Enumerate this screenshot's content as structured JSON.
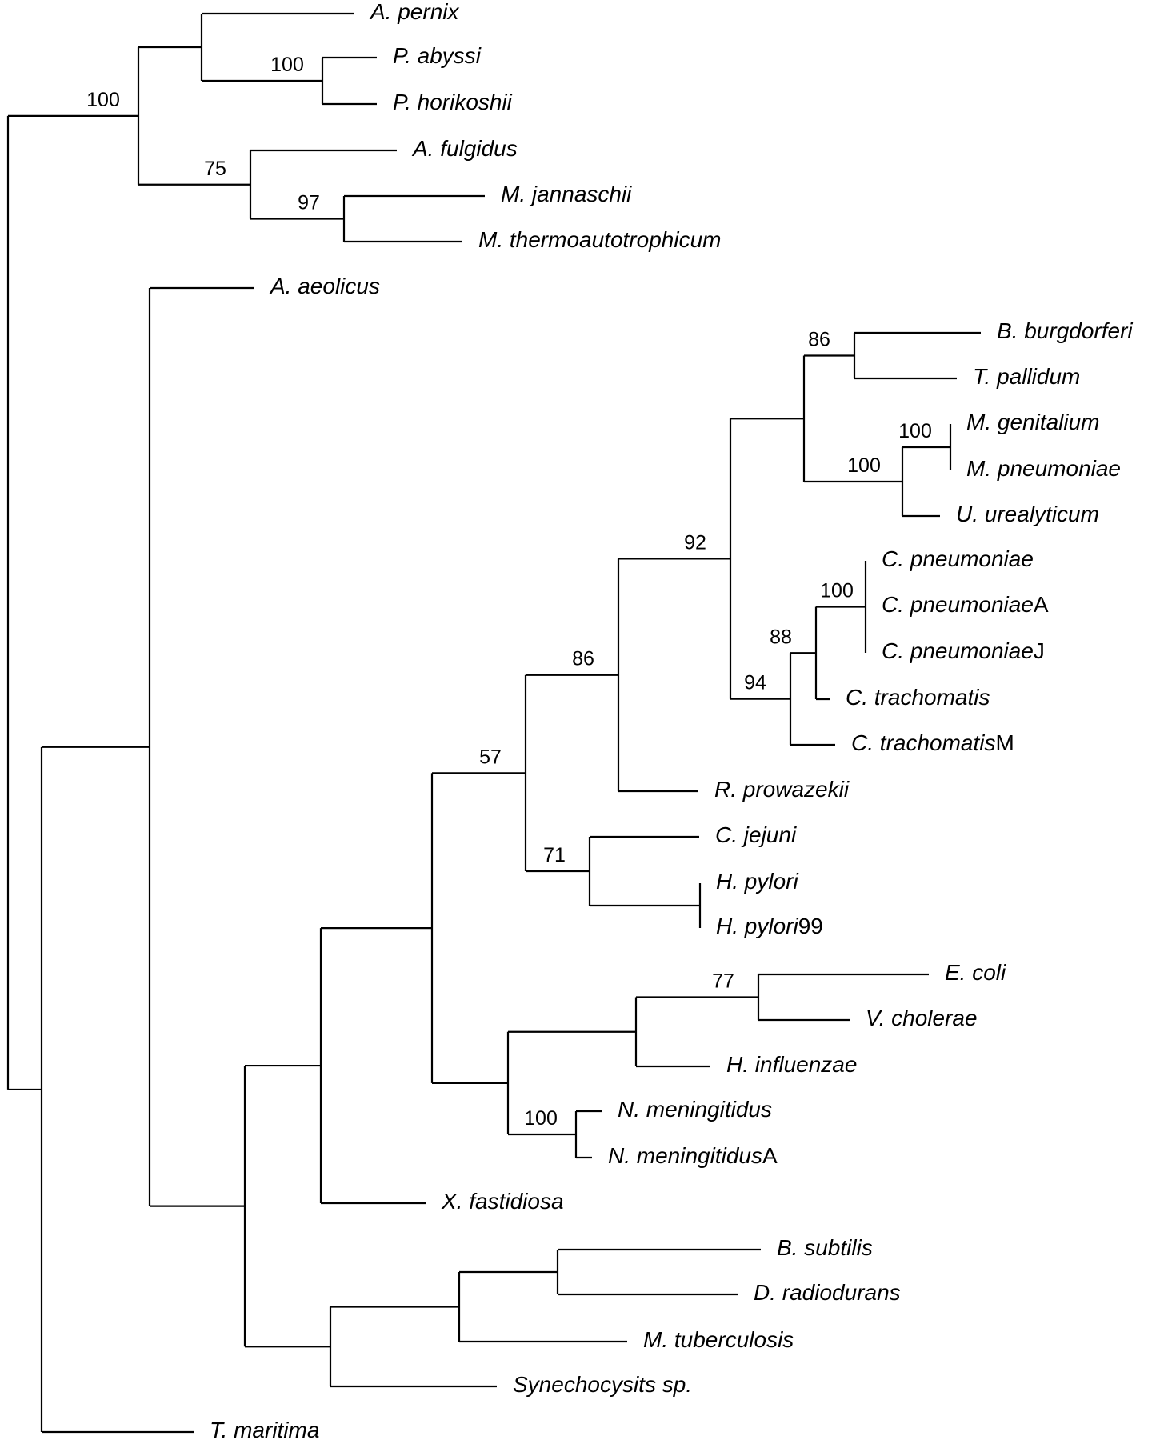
{
  "tree": {
    "taxa": [
      {
        "id": "t1",
        "name": "A. pernix"
      },
      {
        "id": "t2",
        "name": "P. abyssi"
      },
      {
        "id": "t3",
        "name": "P. horikoshii"
      },
      {
        "id": "t4",
        "name": "A. fulgidus"
      },
      {
        "id": "t5",
        "name": "M. jannaschii"
      },
      {
        "id": "t6",
        "name": "M. thermoautotrophicum"
      },
      {
        "id": "t7",
        "name": "A. aeolicus"
      },
      {
        "id": "t8",
        "name": "B. burgdorferi"
      },
      {
        "id": "t9",
        "name": "T. pallidum"
      },
      {
        "id": "t10",
        "name": "M. genitalium"
      },
      {
        "id": "t11",
        "name": "M. pneumoniae"
      },
      {
        "id": "t12",
        "name": "U. urealyticum"
      },
      {
        "id": "t13",
        "name": "C. pneumoniae"
      },
      {
        "id": "t14",
        "name": "C. pneumoniae",
        "suffix": "A"
      },
      {
        "id": "t15",
        "name": "C. pneumoniae",
        "suffix": "J"
      },
      {
        "id": "t16",
        "name": "C. trachomatis"
      },
      {
        "id": "t17",
        "name": "C. trachomatis",
        "suffix": "M"
      },
      {
        "id": "t18",
        "name": "R. prowazekii"
      },
      {
        "id": "t19",
        "name": "C. jejuni"
      },
      {
        "id": "t20",
        "name": "H. pylori"
      },
      {
        "id": "t21",
        "name": "H. pylori",
        "suffix": "99"
      },
      {
        "id": "t22",
        "name": "E. coli"
      },
      {
        "id": "t23",
        "name": "V. cholerae"
      },
      {
        "id": "t24",
        "name": "H. influenzae"
      },
      {
        "id": "t25",
        "name": "N. meningitidus"
      },
      {
        "id": "t26",
        "name": "N. meningitidus",
        "suffix": "A"
      },
      {
        "id": "t27",
        "name": "X. fastidiosa"
      },
      {
        "id": "t28",
        "name": "B. subtilis"
      },
      {
        "id": "t29",
        "name": "D. radiodurans"
      },
      {
        "id": "t30",
        "name": "M. tuberculosis"
      },
      {
        "id": "t31",
        "name": "Synechocysits sp."
      },
      {
        "id": "t32",
        "name": "T. maritima"
      }
    ],
    "nodes": [
      {
        "id": "n_py",
        "children": [
          "t2",
          "t3"
        ],
        "support": "100"
      },
      {
        "id": "n_apy",
        "children": [
          "t1",
          "n_py"
        ]
      },
      {
        "id": "n_meth",
        "children": [
          "t5",
          "t6"
        ],
        "support": "97"
      },
      {
        "id": "n_afm",
        "children": [
          "t4",
          "n_meth"
        ],
        "support": "75"
      },
      {
        "id": "n_arch",
        "children": [
          "n_apy",
          "n_afm"
        ],
        "support": "100"
      },
      {
        "id": "n_spiro",
        "children": [
          "t8",
          "t9"
        ],
        "support": "86"
      },
      {
        "id": "n_myco",
        "children": [
          "t10",
          "t11"
        ],
        "support": "100"
      },
      {
        "id": "n_mycu",
        "children": [
          "n_myco",
          "t12"
        ],
        "support": "100"
      },
      {
        "id": "n_spmy",
        "children": [
          "n_spiro",
          "n_mycu"
        ]
      },
      {
        "id": "n_cpn",
        "children": [
          "t13",
          "t14",
          "t15"
        ],
        "support": "100"
      },
      {
        "id": "n_cpct",
        "children": [
          "n_cpn",
          "t16"
        ],
        "support": "88"
      },
      {
        "id": "n_chlam",
        "children": [
          "n_cpct",
          "t17"
        ],
        "support": "94"
      },
      {
        "id": "n_92",
        "children": [
          "n_spmy",
          "n_chlam"
        ],
        "support": "92"
      },
      {
        "id": "n_86b",
        "children": [
          "n_92",
          "t18"
        ],
        "support": "86"
      },
      {
        "id": "n_hp",
        "children": [
          "t20",
          "t21"
        ]
      },
      {
        "id": "n_eps",
        "children": [
          "t19",
          "n_hp"
        ],
        "support": "71"
      },
      {
        "id": "n_57",
        "children": [
          "n_86b",
          "n_eps"
        ],
        "support": "57"
      },
      {
        "id": "n_ecvc",
        "children": [
          "t22",
          "t23"
        ],
        "support": "77"
      },
      {
        "id": "n_gam",
        "children": [
          "n_ecvc",
          "t24"
        ]
      },
      {
        "id": "n_nm",
        "children": [
          "t25",
          "t26"
        ],
        "support": "100"
      },
      {
        "id": "n_gnm",
        "children": [
          "n_gam",
          "n_nm"
        ]
      },
      {
        "id": "n_prot",
        "children": [
          "n_57",
          "n_gnm"
        ]
      },
      {
        "id": "n_protx",
        "children": [
          "n_prot",
          "t27"
        ]
      },
      {
        "id": "n_bsdr",
        "children": [
          "t28",
          "t29"
        ]
      },
      {
        "id": "n_gpos",
        "children": [
          "n_bsdr",
          "t30"
        ]
      },
      {
        "id": "n_gsyn",
        "children": [
          "n_gpos",
          "t31"
        ]
      },
      {
        "id": "n_rest",
        "children": [
          "n_protx",
          "n_gsyn"
        ]
      },
      {
        "id": "n_bact",
        "children": [
          "t7",
          "n_rest"
        ]
      },
      {
        "id": "n_bacttm",
        "children": [
          "n_bact",
          "t32"
        ]
      },
      {
        "id": "n_root",
        "children": [
          "n_arch",
          "n_bacttm"
        ]
      }
    ],
    "root": "n_root"
  }
}
